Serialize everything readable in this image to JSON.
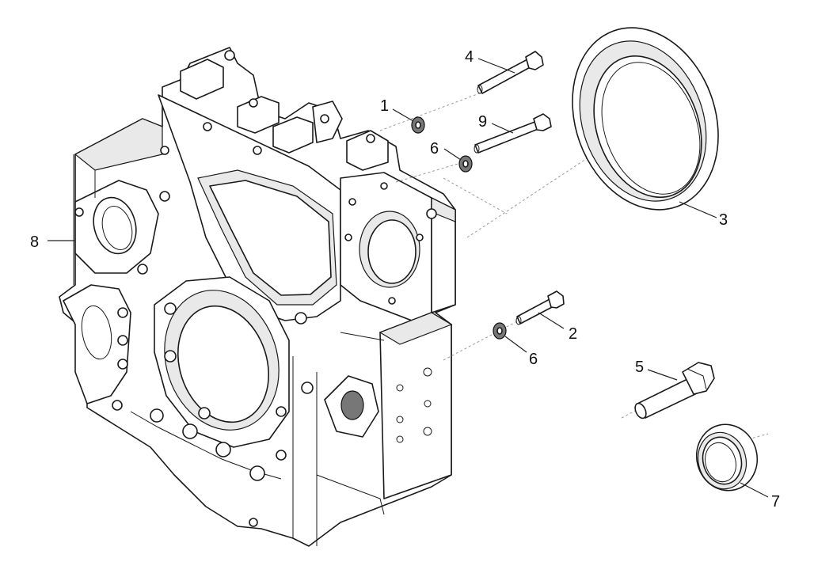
{
  "callouts": {
    "c1": "1",
    "c2": "2",
    "c3": "3",
    "c4": "4",
    "c5": "5",
    "c6a": "6",
    "c6b": "6",
    "c7": "7",
    "c8": "8",
    "c9": "9"
  },
  "colors": {
    "line": "#1a1a1a",
    "shading": "#e9e9e9",
    "background": "#ffffff"
  }
}
